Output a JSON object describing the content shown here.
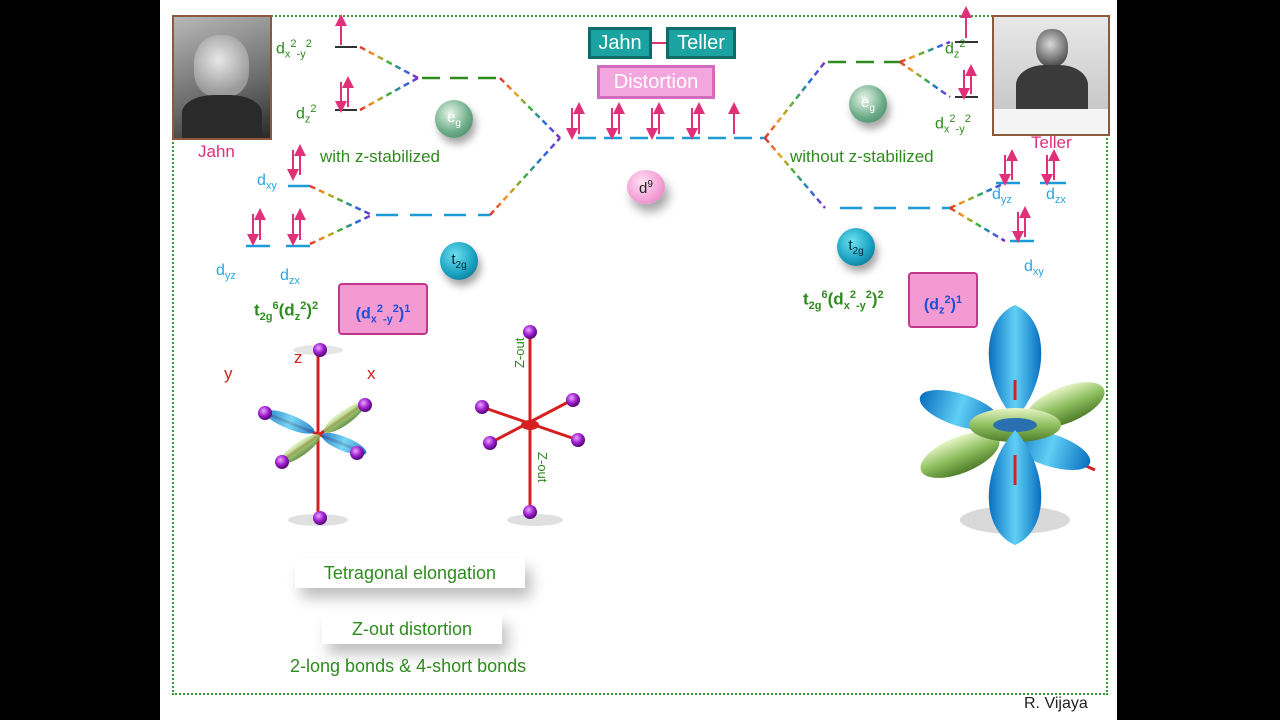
{
  "header": {
    "jahn": "Jahn",
    "teller": "Teller",
    "distortion": "Distortion"
  },
  "photos": {
    "left_caption": "Jahn",
    "right_caption": "Teller"
  },
  "left": {
    "heading": "with z-stabilized",
    "eg": "e",
    "eg_sub": "g",
    "t2g": "t",
    "t2g_sub": "2g",
    "levels": {
      "dx2y2": {
        "d": "d",
        "sub": "x",
        "sup": "2",
        "mid": "-y",
        "sup2": "2"
      },
      "dz2": {
        "d": "d",
        "sub": "z",
        "sup": "2"
      },
      "dxy": {
        "d": "d",
        "sub": "xy"
      },
      "dyz": {
        "d": "d",
        "sub": "yz"
      },
      "dzx": {
        "d": "d",
        "sub": "zx"
      }
    },
    "config": {
      "a": "t",
      "a_sub": "2g",
      "a_sup": "6",
      "b": "(d",
      "b_sub": "z",
      "b_sup": "2",
      "c": ")",
      "c_sup": "2"
    },
    "scroll": {
      "a": "(d",
      "sub": "x",
      "sup": "2",
      "mid": "-y",
      "sup2": "2",
      "end": ")",
      "sup3": "1"
    },
    "axis_labels": {
      "y": "y",
      "z": "z",
      "x": "x"
    },
    "axis_labels2": {
      "top": "Z-out",
      "bottom": "Z-out"
    }
  },
  "center": {
    "d9": "d",
    "d9_sup": "9"
  },
  "right": {
    "heading": "without z-stabilized",
    "eg": "e",
    "eg_sub": "g",
    "t2g": "t",
    "t2g_sub": "2g",
    "levels": {
      "dz2": {
        "d": "d",
        "sub": "z",
        "sup": "2"
      },
      "dx2y2": {
        "d": "d",
        "sub": "x",
        "sup": "2",
        "mid": "-y",
        "sup2": "2"
      },
      "dyz": {
        "d": "d",
        "sub": "yz"
      },
      "dzx": {
        "d": "d",
        "sub": "zx"
      },
      "dxy": {
        "d": "d",
        "sub": "xy"
      }
    },
    "config": {
      "a": "t",
      "a_sub": "2g",
      "a_sup": "6",
      "b": "(d",
      "b_sub": "x",
      "b_sup": "2",
      "mid": "-y",
      "mid_sup": "2",
      "c": ")",
      "c_sup": "2"
    },
    "scroll": {
      "a": "(d",
      "sub": "z",
      "sup": "2",
      "end": ")",
      "sup3": "1"
    }
  },
  "bottom": {
    "tag1": "Tetragonal elongation",
    "tag2": "Z-out distortion",
    "note": "2-long bonds & 4-short bonds"
  },
  "credit": "R. Vijaya",
  "colors": {
    "teal": "#1aa3a0",
    "pink": "#f3a6dd",
    "green": "#2e8b1e",
    "blue": "#2aa6e0",
    "arrow": "#e0307a"
  }
}
